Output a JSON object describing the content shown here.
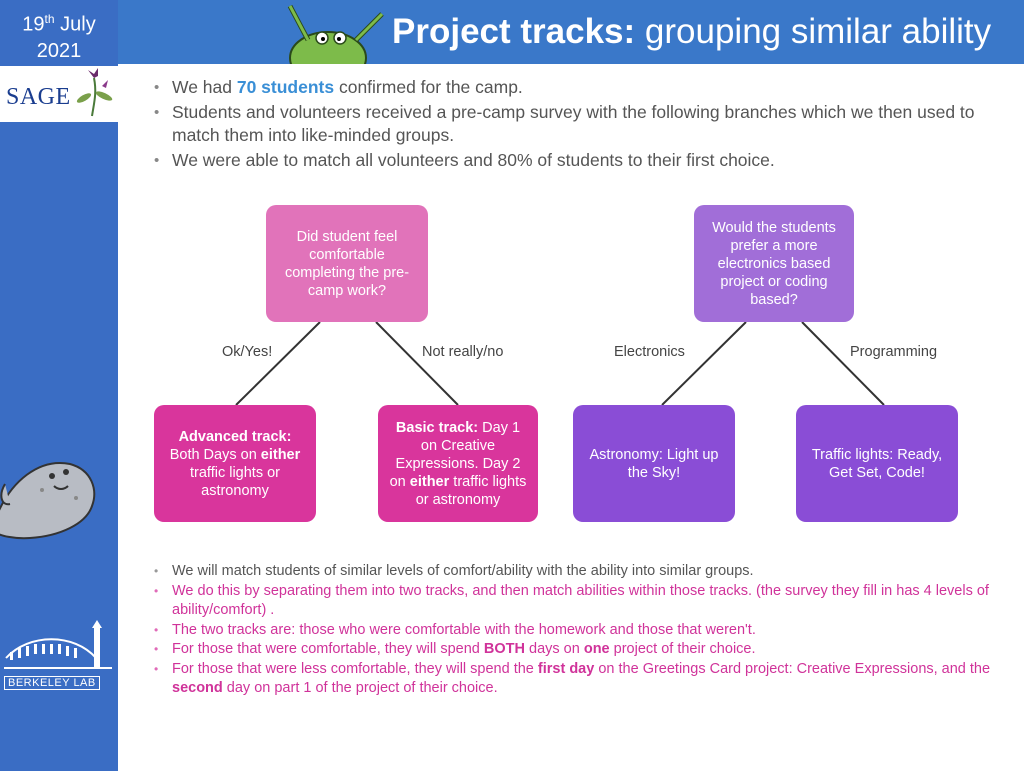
{
  "header": {
    "date_day": "19",
    "date_suffix": "th",
    "date_month": "July",
    "date_year": "2021",
    "title_bold": "Project tracks:",
    "title_rest": " grouping similar ability"
  },
  "logos": {
    "sage": "SAGE",
    "lab": "BERKELEY LAB"
  },
  "top_bullets": [
    {
      "before": "We had ",
      "highlight": "70 students",
      "after": " confirmed for the camp."
    },
    {
      "text": "Students and volunteers received a pre-camp survey with the following branches which we then used to match them into like-minded groups."
    },
    {
      "text": "We were able to match all volunteers and 80% of students to their first choice."
    }
  ],
  "diagram": {
    "left": {
      "question": "Did student feel comfortable completing the pre-camp work?",
      "edge_left": "Ok/Yes!",
      "edge_right": "Not really/no",
      "advanced": {
        "bold": "Advanced track:",
        "p1": " Both Days on ",
        "b2": "either",
        "p2": " traffic lights or astronomy"
      },
      "basic": {
        "bold": "Basic track:",
        "p1": " Day 1 on Creative Expressions. Day 2 on ",
        "b2": "either",
        "p2": " traffic lights or astronomy"
      }
    },
    "right": {
      "question": "Would the students prefer a more electronics based project or coding based?",
      "edge_left": "Electronics",
      "edge_right": "Programming",
      "astronomy": "Astronomy: Light up the Sky!",
      "traffic": "Traffic lights: Ready, Get Set, Code!"
    }
  },
  "bottom_bullets": {
    "b1": "We will match students of similar levels of comfort/ability with the ability into similar groups.",
    "b2": "We do this by separating them into two tracks, and then match abilities within those tracks. (the survey they fill in has 4 levels of ability/comfort) .",
    "b3": "The two tracks are: those who were comfortable with the homework and those that weren't.",
    "b4_a": "For those that were comfortable, they will spend ",
    "b4_b": "BOTH",
    "b4_c": " days on ",
    "b4_d": "one",
    "b4_e": " project of their choice.",
    "b5_a": "For those that were less comfortable, they will spend the ",
    "b5_b": "first day",
    "b5_c": " on the Greetings Card project: Creative Expressions, and the ",
    "b5_d": "second",
    "b5_e": " day on part 1 of the project of their choice."
  },
  "colors": {
    "header_blue": "#3a78c9",
    "sidebar_blue": "#3a6dc4",
    "pink_light": "#e173ba",
    "pink_dark": "#d9359c",
    "purple_light": "#a16ed8",
    "purple_dark": "#8a4dd6",
    "highlight_blue": "#3a8fd6"
  }
}
